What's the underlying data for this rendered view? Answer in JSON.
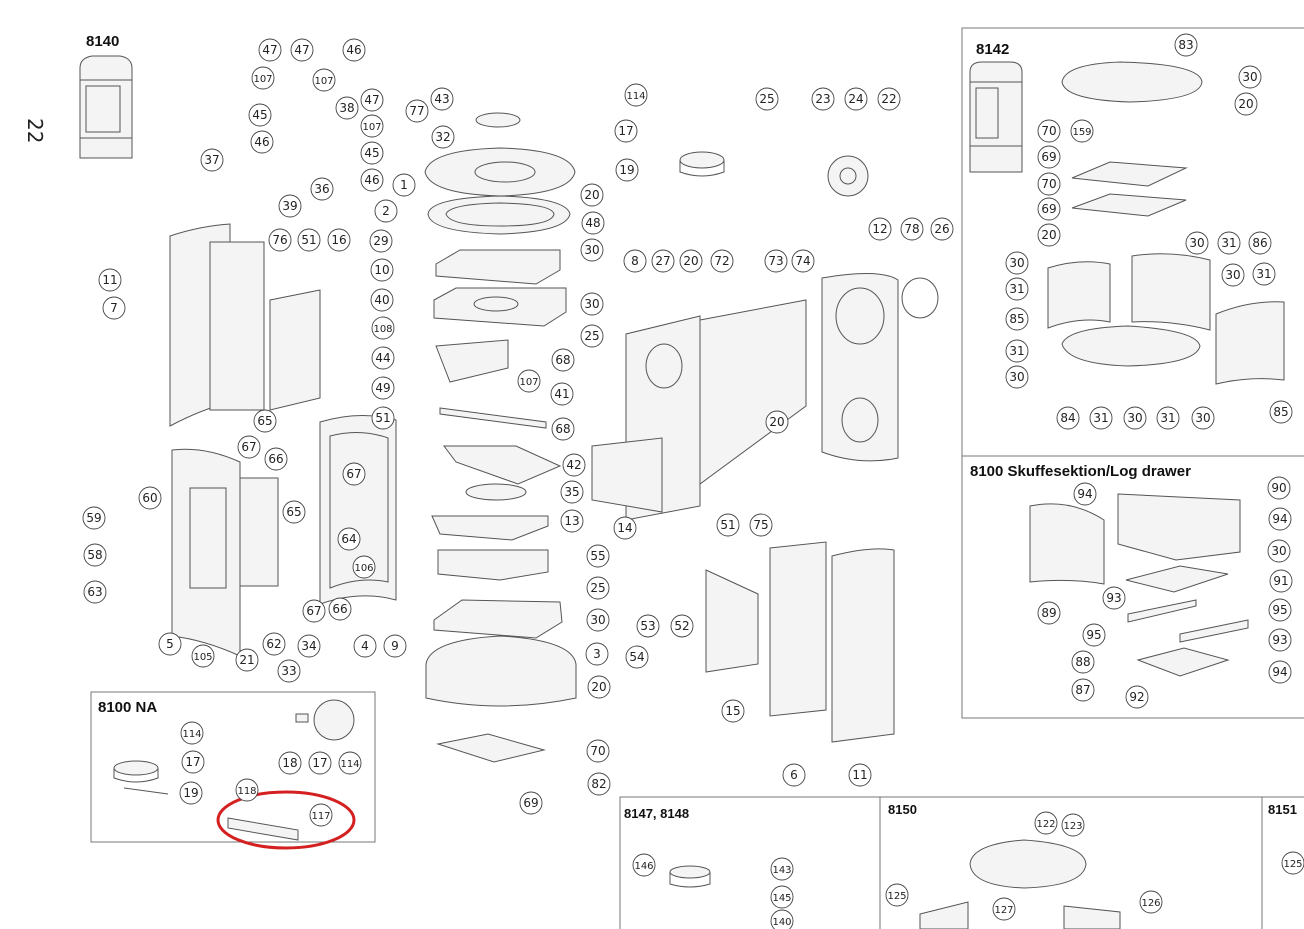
{
  "page_number": "22",
  "sections": {
    "s8140": "8140",
    "s8142": "8142",
    "s8100_log_drawer": "8100 Skuffesektion/Log drawer",
    "s8100na": "8100 NA",
    "s8147_8148": "8147, 8148",
    "s8150": "8150",
    "s8151": "8151"
  },
  "highlight_color": "#d42020",
  "callouts": [
    "47",
    "47",
    "46",
    "107",
    "107",
    "45",
    "46",
    "38",
    "47",
    "107",
    "45",
    "46",
    "37",
    "36",
    "39",
    "43",
    "77",
    "32",
    "1",
    "20",
    "2",
    "48",
    "29",
    "30",
    "10",
    "30",
    "25",
    "40",
    "108",
    "107",
    "44",
    "49",
    "51",
    "42",
    "35",
    "13",
    "55",
    "25",
    "30",
    "9",
    "3",
    "20",
    "70",
    "82",
    "69",
    "114",
    "17",
    "19",
    "25",
    "23",
    "24",
    "22",
    "8",
    "27",
    "20",
    "72",
    "73",
    "74",
    "12",
    "78",
    "26",
    "68",
    "41",
    "68",
    "14",
    "20",
    "51",
    "75",
    "53",
    "52",
    "54",
    "15",
    "6",
    "11",
    "11",
    "7",
    "76",
    "51",
    "16",
    "65",
    "67",
    "66",
    "60",
    "59",
    "58",
    "63",
    "65",
    "67",
    "64",
    "106",
    "67",
    "66",
    "62",
    "34",
    "33",
    "5",
    "105",
    "21",
    "4",
    "83",
    "30",
    "20",
    "70",
    "159",
    "69",
    "70",
    "69",
    "20",
    "30",
    "31",
    "86",
    "30",
    "31",
    "30",
    "31",
    "85",
    "31",
    "30",
    "84",
    "31",
    "30",
    "31",
    "30",
    "85",
    "94",
    "90",
    "94",
    "30",
    "89",
    "93",
    "91",
    "95",
    "95",
    "93",
    "88",
    "87",
    "92",
    "94",
    "114",
    "17",
    "19",
    "118",
    "117",
    "18",
    "17",
    "114",
    "146",
    "143",
    "145",
    "140",
    "122",
    "123",
    "125",
    "127",
    "126",
    "125"
  ]
}
